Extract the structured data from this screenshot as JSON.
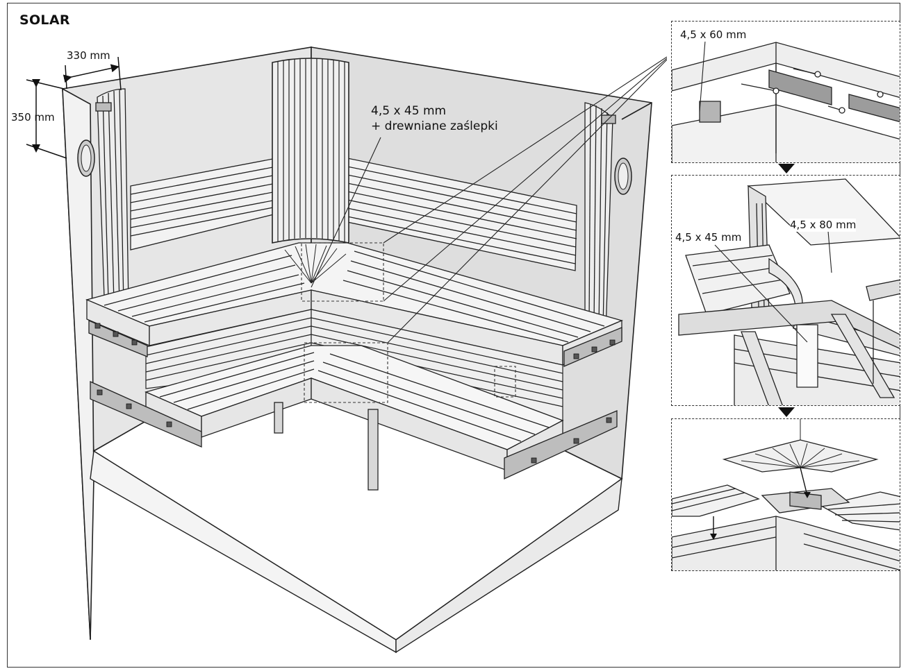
{
  "title": "SOLAR",
  "main_labels": {
    "width": "330 mm",
    "height": "350 mm",
    "screw_line1": "4,5 x 45 mm",
    "screw_line2": "+ drewniane zaślepki"
  },
  "panels": [
    {
      "screws": [
        "4,5 x 60 mm"
      ]
    },
    {
      "screws": [
        "4,5 x 45 mm",
        "4,5 x 80 mm"
      ]
    },
    {
      "screws": []
    }
  ],
  "colors": {
    "line": "#222222",
    "wall": "#e4e4e4",
    "wood": "#f4f4f4",
    "shade": "#9a9a9a"
  }
}
